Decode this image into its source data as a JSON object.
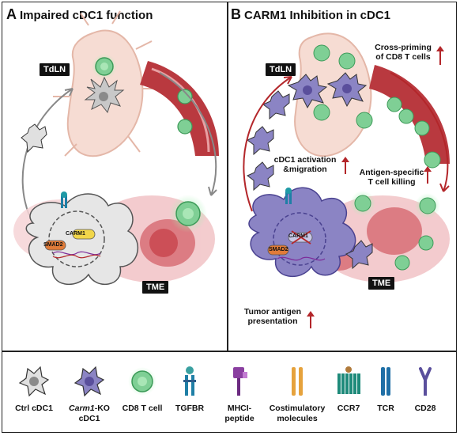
{
  "panels": {
    "a": {
      "letter": "A",
      "title": "Impaired cDC1 function",
      "tdln": "TdLN",
      "tme": "TME",
      "carm1": "CARM1",
      "smad": "SMAD2"
    },
    "b": {
      "letter": "B",
      "title": "CARM1 Inhibition in cDC1",
      "tdln": "TdLN",
      "tme": "TME",
      "carm1": "CARM1",
      "smad": "SMAD2",
      "cross_priming": "Cross-priming\nof CD8 T cells",
      "activation": "cDC1 activation\n&migration",
      "killing": "Antigen-specific\nT cell killing",
      "presentation": "Tumor antigen\npresentation"
    }
  },
  "legend": [
    {
      "icon": "ctrl-cdc1-icon",
      "label": "Ctrl cDC1"
    },
    {
      "icon": "carm1-ko-cdc1-icon",
      "label_italic": "Carm1",
      "label": "-KO\ncDC1"
    },
    {
      "icon": "cd8-t-cell-icon",
      "label": "CD8 T cell"
    },
    {
      "icon": "tgfbr-icon",
      "label": "TGFBR"
    },
    {
      "icon": "mhci-peptide-icon",
      "label": "MHCI-\npeptide"
    },
    {
      "icon": "costimulatory-icon",
      "label": "Costimulatory\nmolecules"
    },
    {
      "icon": "ccr7-icon",
      "label": "CCR7"
    },
    {
      "icon": "tcr-icon",
      "label": "TCR"
    },
    {
      "icon": "cd28-icon",
      "label": "CD28"
    }
  ],
  "colors": {
    "tumor": "#e58a8f",
    "vessel": "#b9393f",
    "tcell": "#7fcf95",
    "cdc1_ko": "#8b84c4",
    "cdc1_ctrl": "#d0d0d0",
    "up_arrow": "#b3262a"
  }
}
